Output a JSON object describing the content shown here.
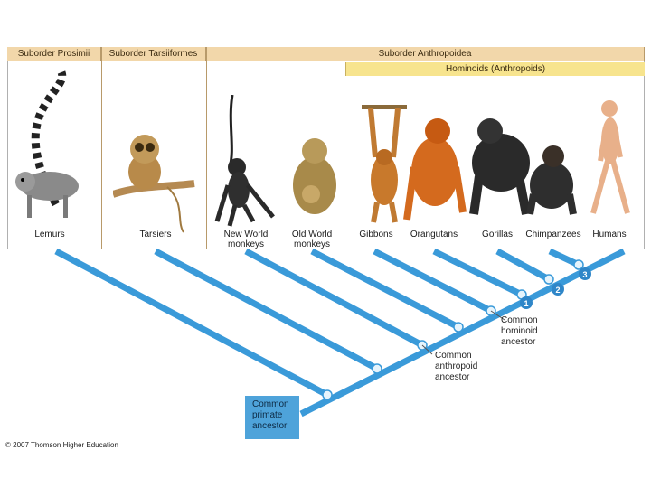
{
  "header": {
    "prosimii": "Suborder Prosimii",
    "tarsiiformes": "Suborder Tarsiiformes",
    "anthropoidea": "Suborder Anthropoidea",
    "hominoids": "Hominoids (Anthropoids)"
  },
  "groups": [
    {
      "line1": "",
      "line2": "Lemurs"
    },
    {
      "line1": "",
      "line2": "Tarsiers"
    },
    {
      "line1": "New World",
      "line2": "monkeys"
    },
    {
      "line1": "Old World",
      "line2": "monkeys"
    },
    {
      "line1": "",
      "line2": "Gibbons"
    },
    {
      "line1": "",
      "line2": "Orangutans"
    },
    {
      "line1": "",
      "line2": "Gorillas"
    },
    {
      "line1": "",
      "line2": "Chimpanzees"
    },
    {
      "line1": "",
      "line2": "Humans"
    }
  ],
  "ancestors": {
    "hominoid": [
      "Common",
      "hominoid",
      "ancestor"
    ],
    "anthropoid": [
      "Common",
      "anthropoid",
      "ancestor"
    ],
    "primate": [
      "Common",
      "primate",
      "ancestor"
    ]
  },
  "markers": [
    "1",
    "2",
    "3"
  ],
  "copyright": "© 2007 Thomson Higher Education",
  "colors": {
    "branch": "#3a9ad9",
    "node": "#e6f4fc",
    "marker": "#2f86c8",
    "header": "#f2d7aa",
    "hominoid_band": "#f7e48e"
  }
}
